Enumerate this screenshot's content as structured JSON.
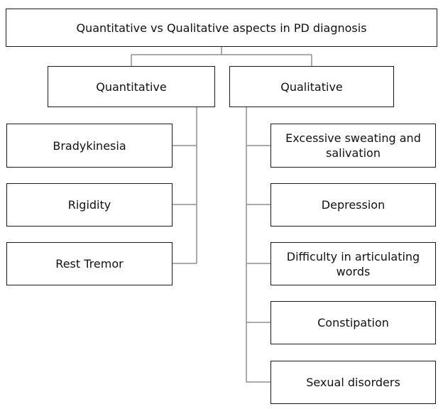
{
  "title": "Quantitative vs Qualitative aspects in PD diagnosis",
  "branches": {
    "quantitative": {
      "label": "Quantitative",
      "items": [
        "Bradykinesia",
        "Rigidity",
        "Rest Tremor"
      ]
    },
    "qualitative": {
      "label": "Qualitative",
      "items": [
        "Excessive sweating and salivation",
        "Depression",
        "Difficulty in articulating words",
        "Constipation",
        "Sexual disorders"
      ]
    }
  },
  "colors": {
    "box_border": "#1a1a1a",
    "connector": "#8f8f8f",
    "background": "#ffffff"
  }
}
